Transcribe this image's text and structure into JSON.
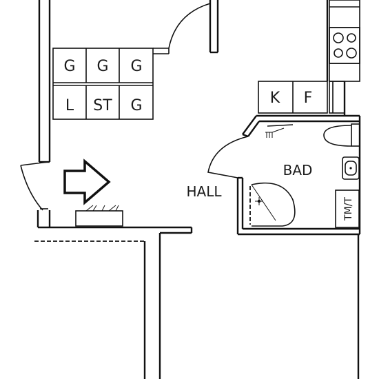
{
  "rooms": {
    "hall": "HALL",
    "bad": "BAD"
  },
  "closets": {
    "row1": [
      "G",
      "G",
      "G"
    ],
    "row2": [
      "L",
      "ST",
      "G"
    ],
    "kitchen": [
      "K",
      "F"
    ]
  },
  "fixtures": {
    "washer_dryer": "TM/T"
  },
  "colors": {
    "line": "#111111",
    "background": "#ffffff"
  }
}
